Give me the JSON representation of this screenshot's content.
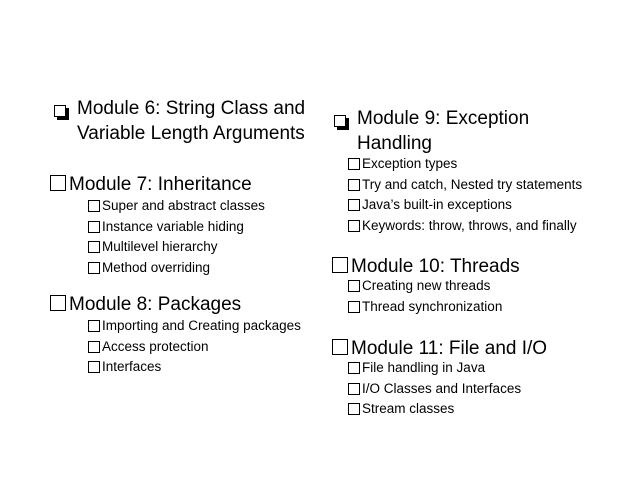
{
  "left_column": {
    "modules": [
      {
        "title": "Module 6: String Class and\nVariable Length Arguments",
        "bullet": "shadow-box-icon",
        "items": []
      },
      {
        "title": "Module 7: Inheritance",
        "bullet": "square-icon",
        "items": [
          "Super and abstract classes",
          "Instance variable hiding",
          "Multilevel hierarchy",
          "Method overriding"
        ]
      },
      {
        "title": "Module 8: Packages",
        "bullet": "square-icon",
        "items": [
          "Importing and Creating packages",
          "Access protection",
          "Interfaces"
        ]
      }
    ]
  },
  "right_column": {
    "modules": [
      {
        "title": "Module 9: Exception\nHandling",
        "bullet": "shadow-box-icon",
        "items": [
          "Exception types",
          "Try and catch, Nested try statements",
          "Java’s built-in exceptions",
          "Keywords: throw, throws, and finally"
        ]
      },
      {
        "title": "Module 10: Threads",
        "bullet": "square-icon",
        "items": [
          "Creating new threads",
          "Thread synchronization"
        ]
      },
      {
        "title": "Module 11: File and I/O",
        "bullet": "square-icon",
        "items": [
          "File handling in Java",
          "I/O Classes and Interfaces",
          "Stream classes"
        ]
      }
    ]
  }
}
